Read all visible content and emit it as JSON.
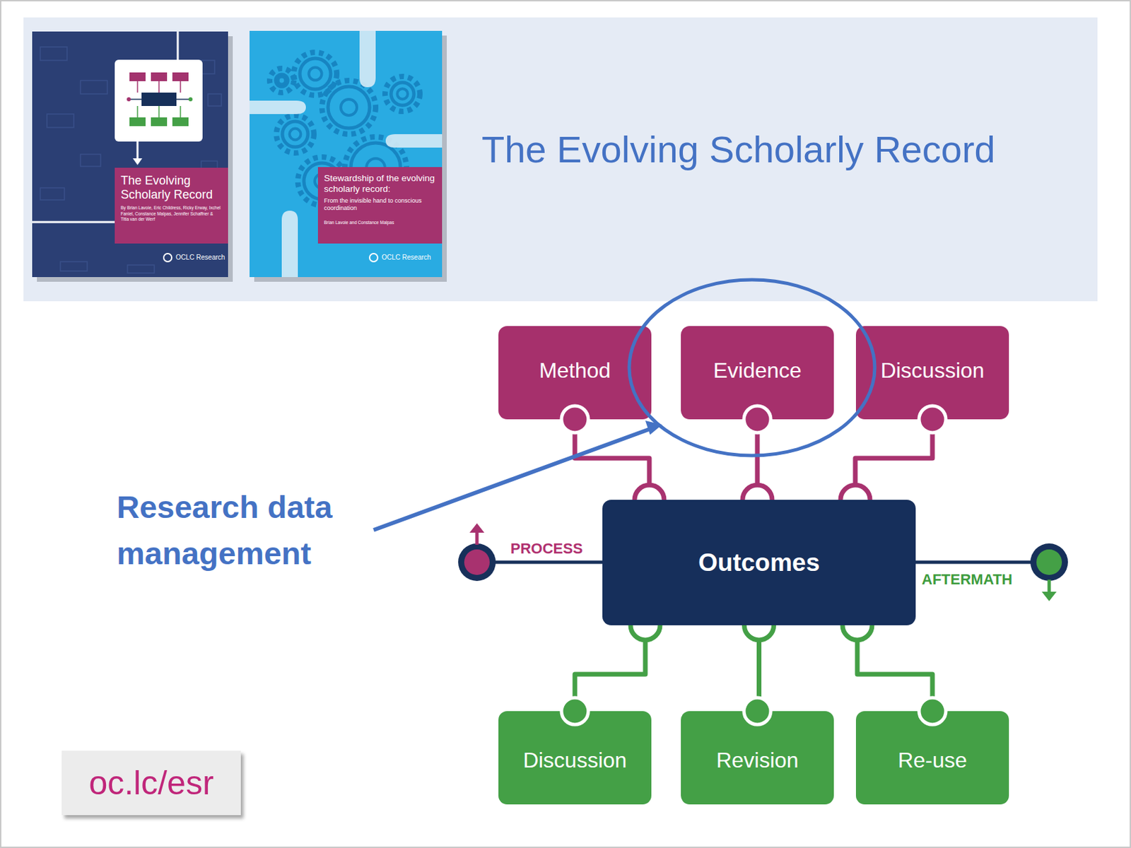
{
  "diagram": {
    "title": "The Evolving Scholarly Record",
    "nodes": [
      {
        "text": [
          "The Evolving Scholarly Record",
          "By Brian Lavoie, Eric Childress, Ricky Erway, Ixchel Faniel, Constance Malpas, Jennifer Schaffner & Titia van der Werf"
        ]
      },
      {
        "text": [
          "Stewardship of the evolving scholarly record:",
          "From the invisible hand to conscious coordination",
          "Brian Lavoie and Constance Malpas"
        ]
      },
      {
        "text": [
          "Method"
        ]
      },
      {
        "text": [
          "Evidence"
        ]
      },
      {
        "text": [
          "Discussion"
        ]
      },
      {
        "text": [
          "Outcomes"
        ]
      },
      {
        "text": [
          "Discussion"
        ]
      },
      {
        "text": [
          "Revision"
        ]
      },
      {
        "text": [
          "Re-use"
        ]
      },
      {
        "text": [
          "oc.lc/esr"
        ]
      }
    ],
    "edges": [
      {
        "from": 2,
        "to": 5,
        "arrow": "none"
      },
      {
        "from": 3,
        "to": 5,
        "arrow": "none"
      },
      {
        "from": 4,
        "to": 5,
        "arrow": "none"
      },
      {
        "from": 5,
        "to": 6,
        "arrow": "none"
      },
      {
        "from": 5,
        "to": 7,
        "arrow": "none"
      },
      {
        "from": 5,
        "to": 8,
        "arrow": "none"
      }
    ],
    "labels": [
      "OCLC Research",
      "OCLC Research",
      "Research data management",
      "PROCESS",
      "AFTERMATH"
    ]
  }
}
